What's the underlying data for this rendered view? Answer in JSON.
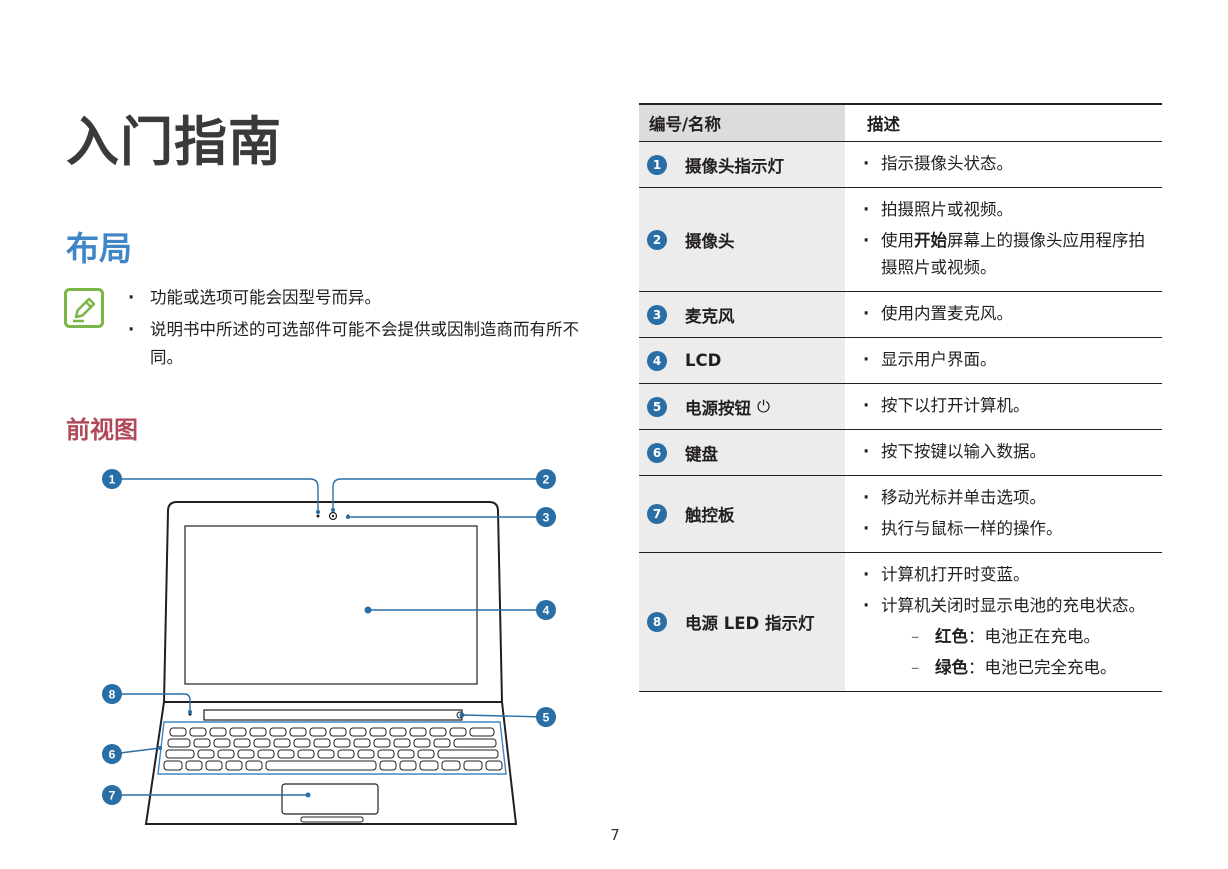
{
  "page_title": "入门指南",
  "section_title": "布局",
  "notes": [
    "功能或选项可能会因型号而异。",
    "说明书中所述的可选部件可能不会提供或因制造商而有所不同。"
  ],
  "subsection_title": "前视图",
  "callout_numbers": [
    "1",
    "2",
    "3",
    "4",
    "5",
    "6",
    "7",
    "8"
  ],
  "table": {
    "header_name": "编号/名称",
    "header_desc": "描述",
    "rows": [
      {
        "num": "1",
        "name": "摄像头指示灯",
        "desc": [
          "指示摄像头状态。"
        ]
      },
      {
        "num": "2",
        "name": "摄像头",
        "desc": [
          "拍摄照片或视频。"
        ],
        "desc2_pre": "使用",
        "desc2_bold": "开始",
        "desc2_post": "屏幕上的摄像头应用程序拍摄照片或视频。"
      },
      {
        "num": "3",
        "name": "麦克风",
        "desc": [
          "使用内置麦克风。"
        ]
      },
      {
        "num": "4",
        "name": "LCD",
        "desc": [
          "显示用户界面。"
        ]
      },
      {
        "num": "5",
        "name": "电源按钮",
        "icon": "power-icon",
        "desc": [
          "按下以打开计算机。"
        ]
      },
      {
        "num": "6",
        "name": "键盘",
        "desc": [
          "按下按键以输入数据。"
        ]
      },
      {
        "num": "7",
        "name": "触控板",
        "desc": [
          "移动光标并单击选项。",
          "执行与鼠标一样的操作。"
        ]
      },
      {
        "num": "8",
        "name": "电源 LED 指示灯",
        "desc": [
          "计算机打开时变蓝。",
          "计算机关闭时显示电池的充电状态。"
        ],
        "sub": [
          {
            "label": "红色",
            "sep": "：",
            "text": "电池正在充电。"
          },
          {
            "label": "绿色",
            "sep": "：",
            "text": "电池已完全充电。"
          }
        ]
      }
    ]
  },
  "page_number": "7",
  "colors": {
    "title": "#3a3a3a",
    "section": "#3f86c6",
    "subsection": "#b04a5a",
    "callout": "#2a6ea6",
    "note_icon": "#7ab648"
  }
}
